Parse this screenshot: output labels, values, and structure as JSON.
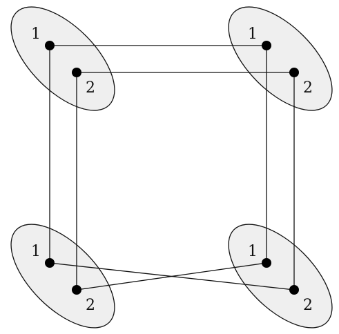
{
  "diagram": {
    "style": {
      "group_fill": "#efefef",
      "stroke": "#111111",
      "node_fill": "#000000"
    },
    "groups": [
      {
        "id": "top-left",
        "nodes": [
          {
            "id": "tl1",
            "label": "1"
          },
          {
            "id": "tl2",
            "label": "2"
          }
        ]
      },
      {
        "id": "top-right",
        "nodes": [
          {
            "id": "tr1",
            "label": "1"
          },
          {
            "id": "tr2",
            "label": "2"
          }
        ]
      },
      {
        "id": "bottom-left",
        "nodes": [
          {
            "id": "bl1",
            "label": "1"
          },
          {
            "id": "bl2",
            "label": "2"
          }
        ]
      },
      {
        "id": "bottom-right",
        "nodes": [
          {
            "id": "br1",
            "label": "1"
          },
          {
            "id": "br2",
            "label": "2"
          }
        ]
      }
    ],
    "edges": [
      {
        "from": "tl1",
        "to": "tr1"
      },
      {
        "from": "tl2",
        "to": "tr2"
      },
      {
        "from": "tl1",
        "to": "bl1"
      },
      {
        "from": "tl2",
        "to": "bl2"
      },
      {
        "from": "tr1",
        "to": "br1"
      },
      {
        "from": "tr2",
        "to": "br2"
      },
      {
        "from": "bl1",
        "to": "br2"
      },
      {
        "from": "bl2",
        "to": "br1"
      }
    ]
  }
}
